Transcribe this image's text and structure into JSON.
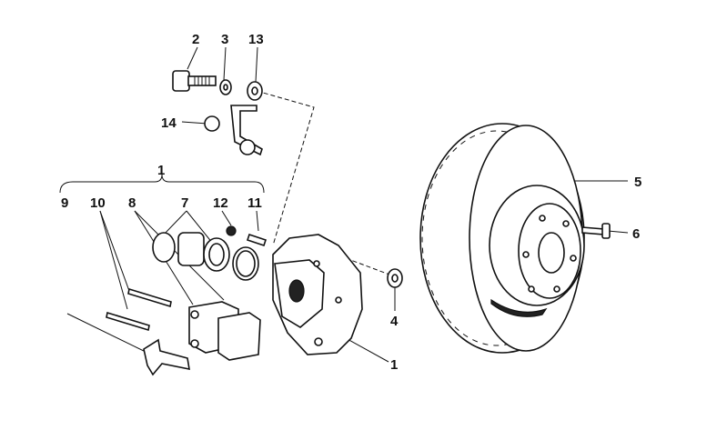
{
  "diagram": {
    "title": "Brake caliper and rotor exploded view",
    "labels": {
      "bolt": "2",
      "washer": "3",
      "bracket": "13",
      "cap": "14",
      "caliper_kit": "1",
      "clip": "9",
      "pins": "10",
      "pads": "8",
      "piston_seals": "7",
      "bleeder_cap": "12",
      "bleeder_valve": "11",
      "spacer": "4",
      "caliper": "1",
      "rotor": "5",
      "screw": "6"
    }
  }
}
